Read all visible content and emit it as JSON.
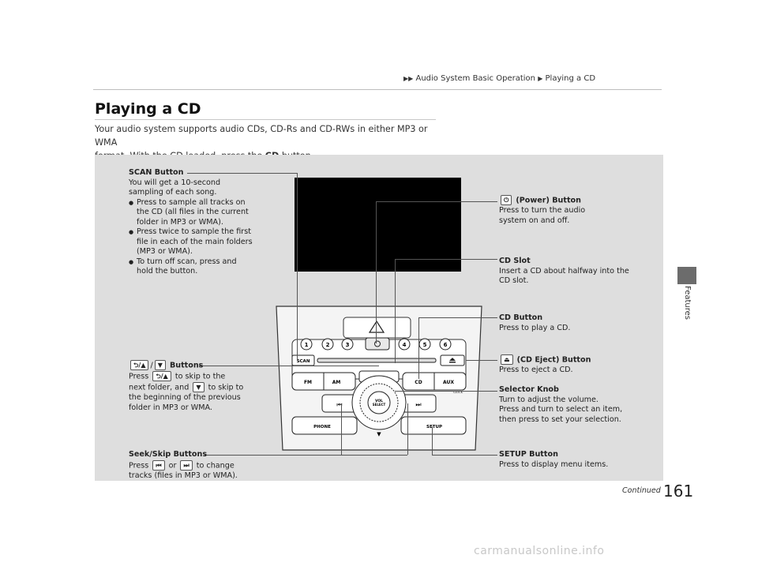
{
  "breadcrumb": {
    "section": "Audio System Basic Operation",
    "page": "Playing a CD"
  },
  "title": "Playing a CD",
  "intro": {
    "line1": "Your audio system supports audio CDs, CD-Rs and CD-RWs in either MP3 or WMA",
    "line2_pre": "format. With the CD loaded, press the ",
    "line2_bold": "CD",
    "line2_post": " button."
  },
  "side_tab": "Features",
  "callouts": {
    "scan": {
      "title": "SCAN Button",
      "desc": "You will get a 10-second sampling of each song.",
      "bullets": [
        "Press to sample all tracks on the CD (all files in the current folder in MP3 or WMA).",
        "Press twice to sample the first file in each of the main folders (MP3 or WMA).",
        "To turn off scan, press and hold the button."
      ]
    },
    "folder": {
      "sep": "/",
      "title": "Buttons",
      "p1": "Press",
      "p2": "to skip to the",
      "p3": "next folder, and",
      "p4": "to skip to",
      "p5": "the beginning of the previous",
      "p6": "folder in MP3 or WMA."
    },
    "seek": {
      "title": "Seek/Skip Buttons",
      "p1": "Press",
      "p2": "or",
      "p3": "to change",
      "p4": "tracks (files in MP3 or WMA)."
    },
    "power": {
      "title": "(Power) Button",
      "desc1": "Press to turn the audio",
      "desc2": "system on and off."
    },
    "slot": {
      "title": "CD Slot",
      "desc1": "Insert a CD about halfway into the",
      "desc2": "CD slot."
    },
    "cd": {
      "title": "CD Button",
      "desc": "Press to play a CD."
    },
    "eject": {
      "title": "(CD Eject) Button",
      "desc": "Press to eject a CD."
    },
    "knob": {
      "title": "Selector Knob",
      "desc1": "Turn to adjust the volume.",
      "desc2": "Press and turn to select an item,",
      "desc3": "then press to set your selection."
    },
    "setup": {
      "title": "SETUP Button",
      "desc": "Press to display menu items."
    }
  },
  "unit": {
    "presets": [
      "1",
      "2",
      "3",
      "4",
      "5",
      "6"
    ],
    "scan": "SCAN",
    "fm": "FM",
    "am": "AM",
    "cd": "CD",
    "aux": "AUX",
    "phone": "PHONE",
    "setup": "SETUP",
    "clock": "CLOCK",
    "vol1": "VOL",
    "vol2": "SELECT"
  },
  "footer": {
    "continued": "Continued",
    "page_number": "161"
  },
  "watermark": "carmanualsonline.info"
}
